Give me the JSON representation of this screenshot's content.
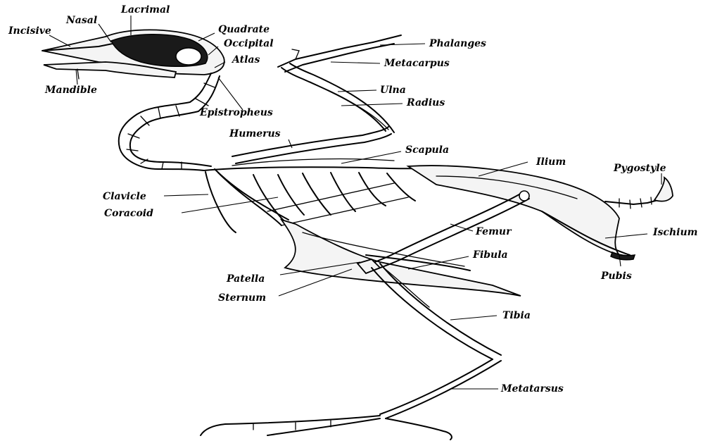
{
  "labels": {
    "lacrimal": "Lacrimal",
    "nasal": "Nasal",
    "incisive": "Incisive",
    "quadrate": "Quadrate",
    "occipital": "Occipital",
    "atlas": "Atlas",
    "mandible": "Mandible",
    "epistropheus": "Epistropheus",
    "phalanges": "Phalanges",
    "metacarpus": "Metacarpus",
    "ulna": "Ulna",
    "radius": "Radius",
    "humerus": "Humerus",
    "scapula": "Scapula",
    "ilium": "Ilium",
    "pygostyle": "Pygostyle",
    "clavicle": "Clavicle",
    "coracoid": "Coracoid",
    "femur": "Femur",
    "ischium": "Ischium",
    "fibula": "Fibula",
    "patella": "Patella",
    "pubis": "Pubis",
    "sternum": "Sternum",
    "tibia": "Tibia",
    "metatarsus": "Metatarsus"
  }
}
